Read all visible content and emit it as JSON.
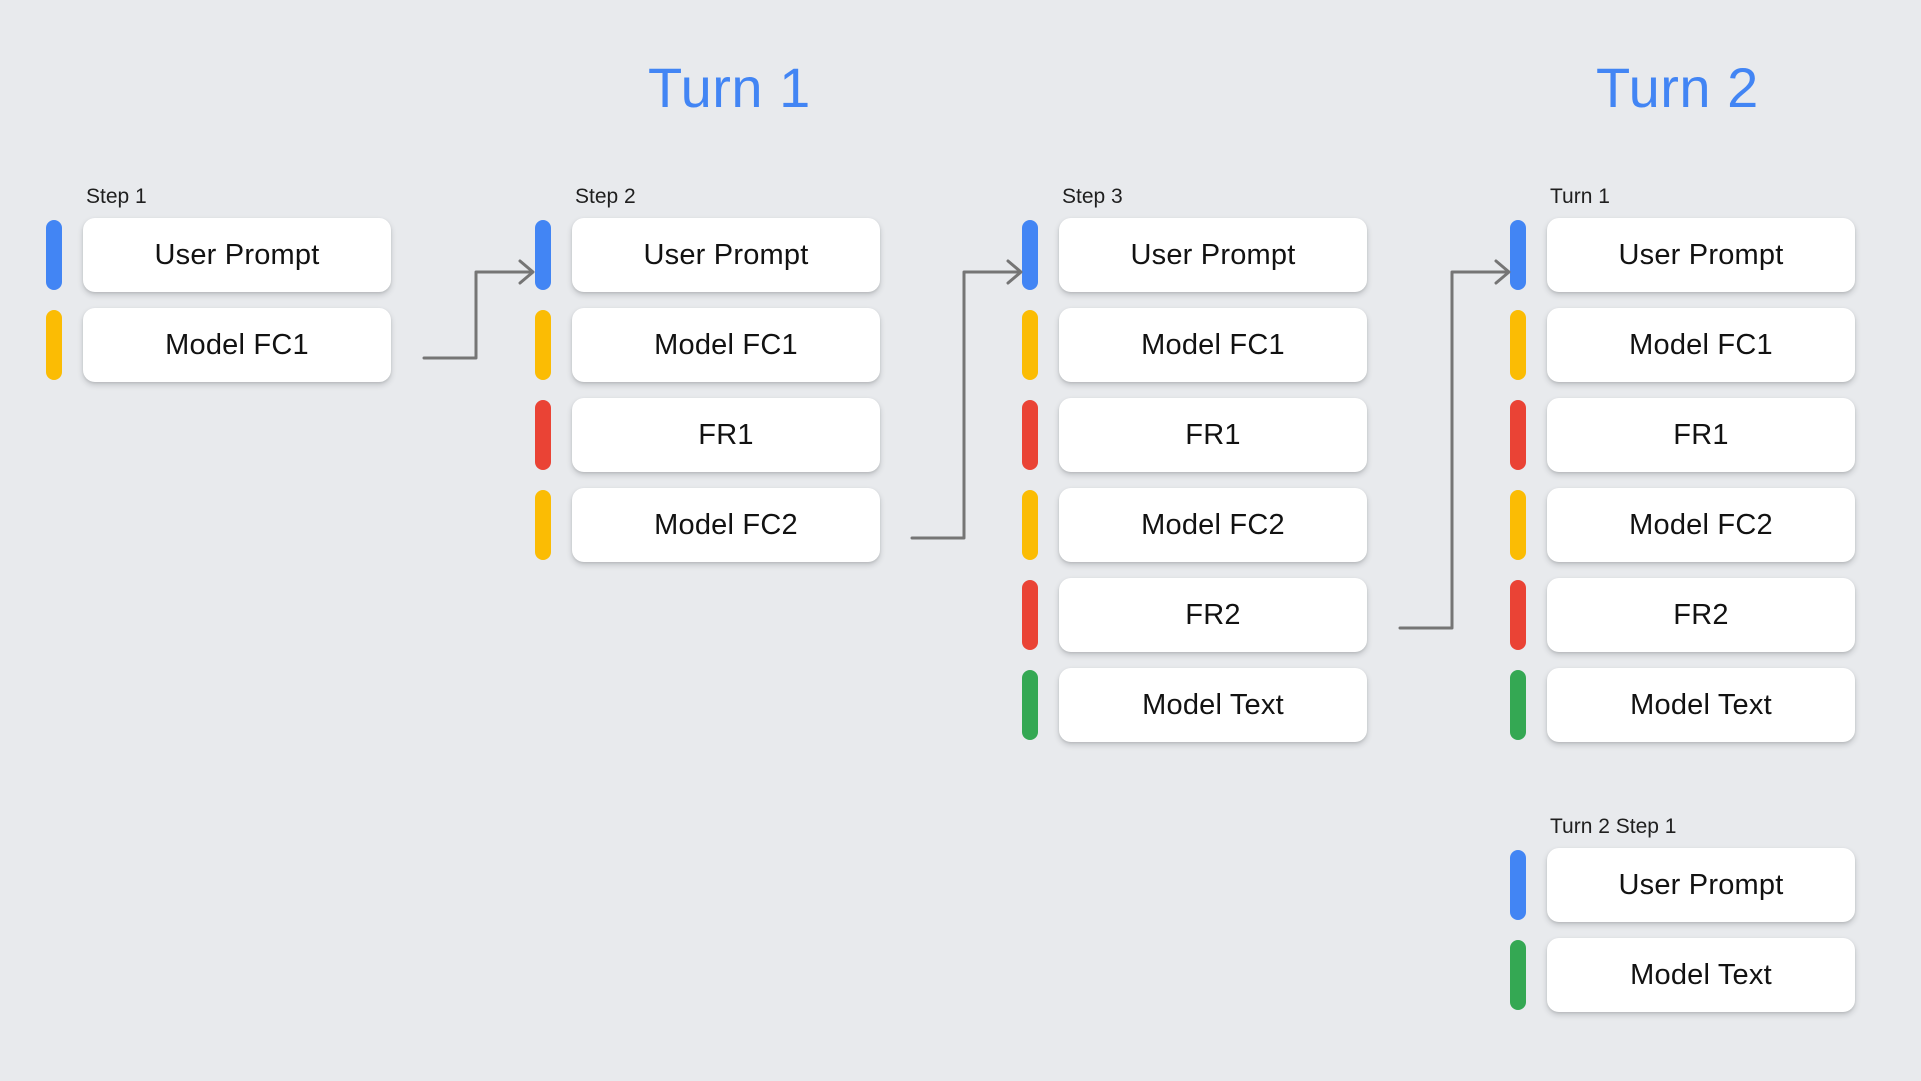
{
  "diagram": {
    "background_color": "#e8eaed",
    "titles": [
      {
        "id": "turn1",
        "label": "Turn 1",
        "color": "#4285f4"
      },
      {
        "id": "turn2",
        "label": "Turn 2",
        "color": "#4285f4"
      }
    ],
    "legend_colors": {
      "user_prompt": "#4285f4",
      "model_function_call": "#fbbc04",
      "function_response": "#ea4335",
      "model_text": "#34a853",
      "connector": "#757575",
      "card_background": "#ffffff"
    },
    "columns": [
      {
        "id": "step1",
        "label": "Step 1",
        "rows": [
          {
            "label": "User Prompt",
            "color": "blue"
          },
          {
            "label": "Model FC1",
            "color": "yellow"
          }
        ]
      },
      {
        "id": "step2",
        "label": "Step 2",
        "rows": [
          {
            "label": "User Prompt",
            "color": "blue"
          },
          {
            "label": "Model FC1",
            "color": "yellow"
          },
          {
            "label": "FR1",
            "color": "red"
          },
          {
            "label": "Model FC2",
            "color": "yellow"
          }
        ]
      },
      {
        "id": "step3",
        "label": "Step 3",
        "rows": [
          {
            "label": "User Prompt",
            "color": "blue"
          },
          {
            "label": "Model FC1",
            "color": "yellow"
          },
          {
            "label": "FR1",
            "color": "red"
          },
          {
            "label": "Model FC2",
            "color": "yellow"
          },
          {
            "label": "FR2",
            "color": "red"
          },
          {
            "label": "Model Text",
            "color": "green"
          }
        ]
      },
      {
        "id": "turn1",
        "label": "Turn 1",
        "rows": [
          {
            "label": "User Prompt",
            "color": "blue"
          },
          {
            "label": "Model FC1",
            "color": "yellow"
          },
          {
            "label": "FR1",
            "color": "red"
          },
          {
            "label": "Model FC2",
            "color": "yellow"
          },
          {
            "label": "FR2",
            "color": "red"
          },
          {
            "label": "Model Text",
            "color": "green"
          }
        ]
      },
      {
        "id": "turn2step1",
        "label": "Turn 2 Step 1",
        "rows": [
          {
            "label": "User Prompt",
            "color": "blue"
          },
          {
            "label": "Model Text",
            "color": "green"
          }
        ]
      }
    ],
    "connectors": [
      {
        "id": "step1-to-step2",
        "from": "step1.Model FC1",
        "to": "step2.User Prompt"
      },
      {
        "id": "step2-to-step3",
        "from": "step2.Model FC2",
        "to": "step3.User Prompt"
      },
      {
        "id": "step3-to-turn1",
        "from": "step3.FR2",
        "to": "turn1.User Prompt"
      }
    ]
  }
}
